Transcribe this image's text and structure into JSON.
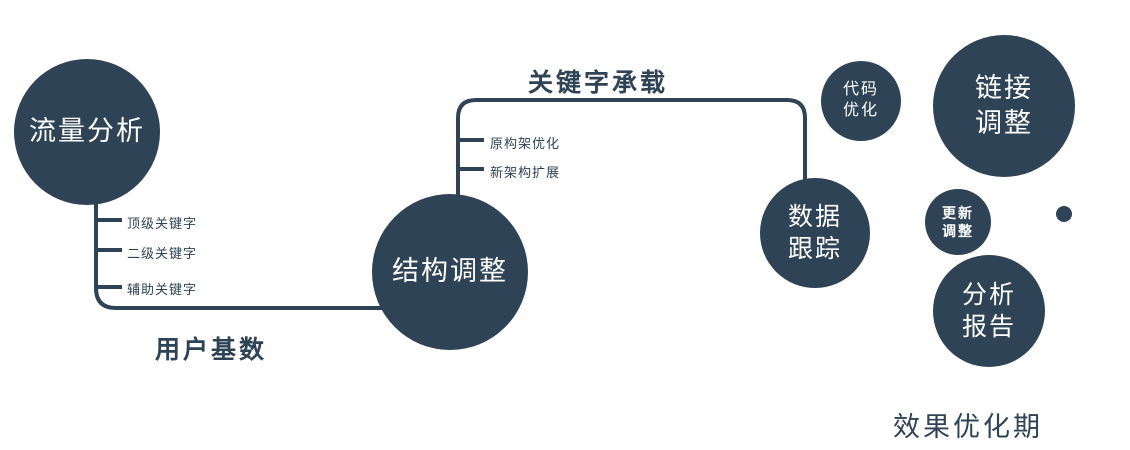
{
  "colors": {
    "primary": "#2e4356",
    "text_on_node": "#ffffff",
    "background": "#ffffff"
  },
  "nodes": {
    "traffic": {
      "label": "流量分析"
    },
    "structure": {
      "label": "结构调整"
    },
    "tracking": {
      "label": "数据\n跟踪"
    },
    "code": {
      "label": "代码\n优化"
    },
    "link": {
      "label": "链接\n调整"
    },
    "update": {
      "label": "更新\n调整"
    },
    "report": {
      "label": "分析\n报告"
    }
  },
  "edges": {
    "user_base": {
      "label": "用户基数"
    },
    "keyword_carry": {
      "label": "关键字承载"
    }
  },
  "branches": {
    "traffic_keywords": [
      "顶级关键字",
      "二级关键字",
      "辅助关键字"
    ],
    "structure_items": [
      "原构架优化",
      "新架构扩展"
    ]
  },
  "footer": {
    "label": "效果优化期"
  }
}
